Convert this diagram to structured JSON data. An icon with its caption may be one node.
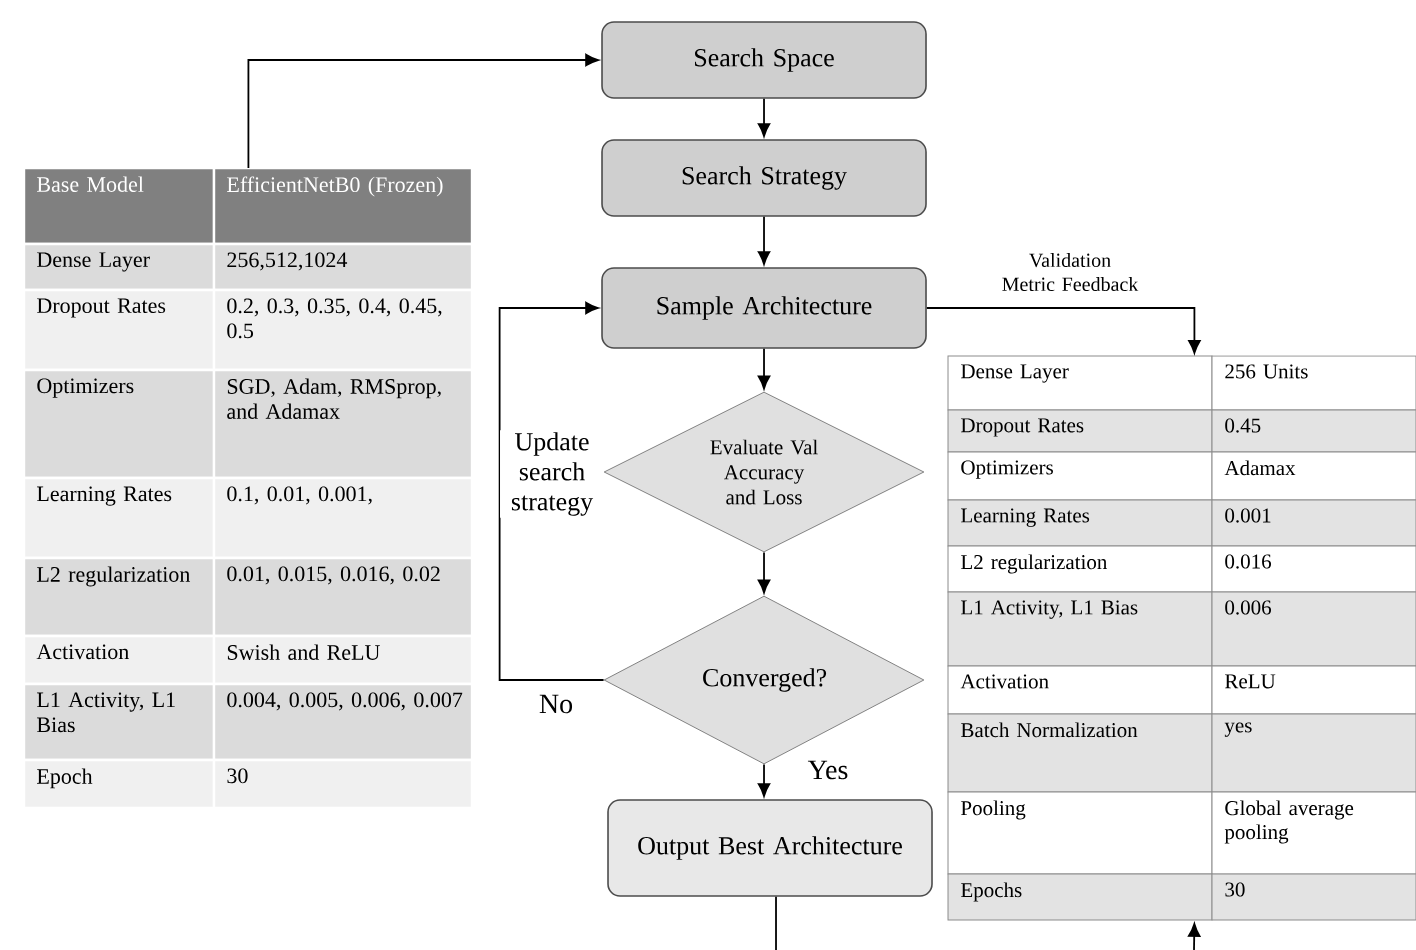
{
  "diagram": {
    "nodes": [
      {
        "text": [
          "Base Model",
          "EfficientNetB0 (Frozen)",
          "Dense Layer",
          "256,512,1024",
          "Dropout Rates",
          "0.2, 0.3, 0.35, 0.4, 0.45, 0.5",
          "Optimizers",
          "SGD, Adam, RMSprop, and Adamax",
          "Learning Rates",
          "0.1, 0.01, 0.001,",
          "L2 regularization",
          "0.01, 0.015, 0.016, 0.02",
          "Activation",
          "Swish and ReLU",
          "L1 Activity, L1 Bias",
          "0.004, 0.005, 0.006, 0.007",
          "Epoch",
          "30"
        ]
      },
      {
        "text": [
          "Search Space"
        ]
      },
      {
        "text": [
          "Search Strategy"
        ]
      },
      {
        "text": [
          "Sample Architecture"
        ]
      },
      {
        "text": [
          "Evaluate Val Accuracy and Loss"
        ]
      },
      {
        "text": [
          "Converged?"
        ]
      },
      {
        "text": [
          "Output Best Architecture"
        ]
      },
      {
        "text": [
          "Dense Layer",
          "256 Units",
          "Dropout Rates",
          "0.45",
          "Optimizers",
          "Adamax",
          "Learning Rates",
          "0.001",
          "L2 regularization",
          "0.016",
          "L1 Activity, L1 Bias",
          "0.006",
          "Activation",
          "ReLU",
          "Batch Normalization",
          "yes",
          "Pooling",
          "Global average pooling",
          "Epochs",
          "30"
        ]
      }
    ],
    "edges": [
      {
        "from": 0,
        "to": 1,
        "arrow": "to"
      },
      {
        "from": 1,
        "to": 2,
        "arrow": "to"
      },
      {
        "from": 2,
        "to": 3,
        "arrow": "to"
      },
      {
        "from": 3,
        "to": 4,
        "arrow": "to"
      },
      {
        "from": 4,
        "to": 5,
        "arrow": "to"
      },
      {
        "from": 5,
        "to": 6,
        "arrow": "to",
        "label": "Yes"
      },
      {
        "from": 5,
        "to": 3,
        "arrow": "to",
        "label": "No"
      },
      {
        "from": 3,
        "to": 7,
        "arrow": "to",
        "label": "Validation Metric Feedback"
      },
      {
        "from": 6,
        "to": null,
        "arrow": "none"
      },
      {
        "from": null,
        "to": 7,
        "arrow": "to"
      }
    ],
    "labels": [
      "Update search strategy"
    ]
  }
}
